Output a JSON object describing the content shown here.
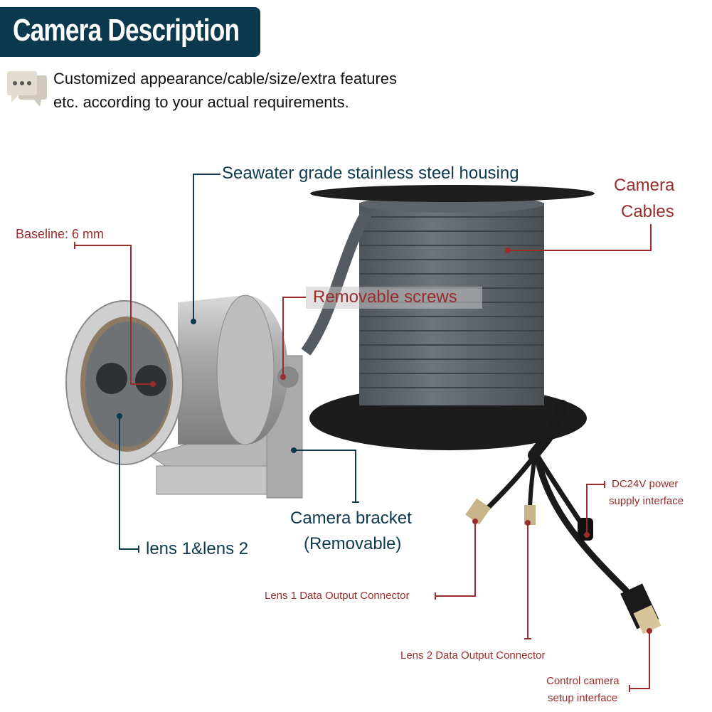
{
  "header": {
    "title": "Camera Description"
  },
  "intro": {
    "icon": "chat-bubbles-icon",
    "line1": "Customized appearance/cable/size/extra features",
    "line2": "etc. according to your actual requirements."
  },
  "labels": {
    "housing": "Seawater grade stainless steel housing",
    "cables_1": "Camera",
    "cables_2": "Cables",
    "baseline": "Baseline: 6 mm",
    "screws": "Removable screws",
    "bracket_1": "Camera bracket",
    "bracket_2": "(Removable)",
    "lens": "lens 1&lens 2",
    "power_1": "DC24V power",
    "power_2": "supply interface",
    "lens1_conn": "Lens 1 Data Output Connector",
    "lens2_conn": "Lens 2 Data Output Connector",
    "control_1": "Control camera",
    "control_2": "setup interface"
  },
  "colors": {
    "navy": "#0b3a4f",
    "label_red": "#9b2c2c",
    "label_teal": "#0d3a4e"
  }
}
